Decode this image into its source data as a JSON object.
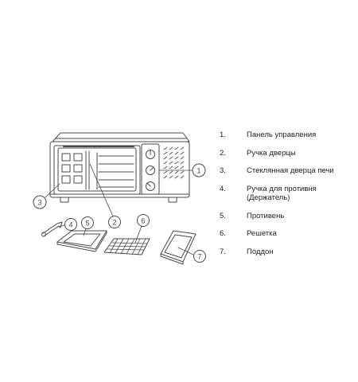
{
  "figure": {
    "callouts": [
      "1",
      "2",
      "3",
      "4",
      "5",
      "6",
      "7"
    ]
  },
  "legend": [
    {
      "num": "1.",
      "text": "Панель управления"
    },
    {
      "num": "2.",
      "text": "Ручка дверцы"
    },
    {
      "num": "3.",
      "text": "Стеклянная дверца печи"
    },
    {
      "num": "4.",
      "text": "Ручка для противня\n(Держатель)"
    },
    {
      "num": "5.",
      "text": "Противень"
    },
    {
      "num": "6.",
      "text": "Решетка"
    },
    {
      "num": "7.",
      "text": "Поддон"
    }
  ],
  "colors": {
    "line": "#4a4a4a",
    "background": "#ffffff"
  }
}
